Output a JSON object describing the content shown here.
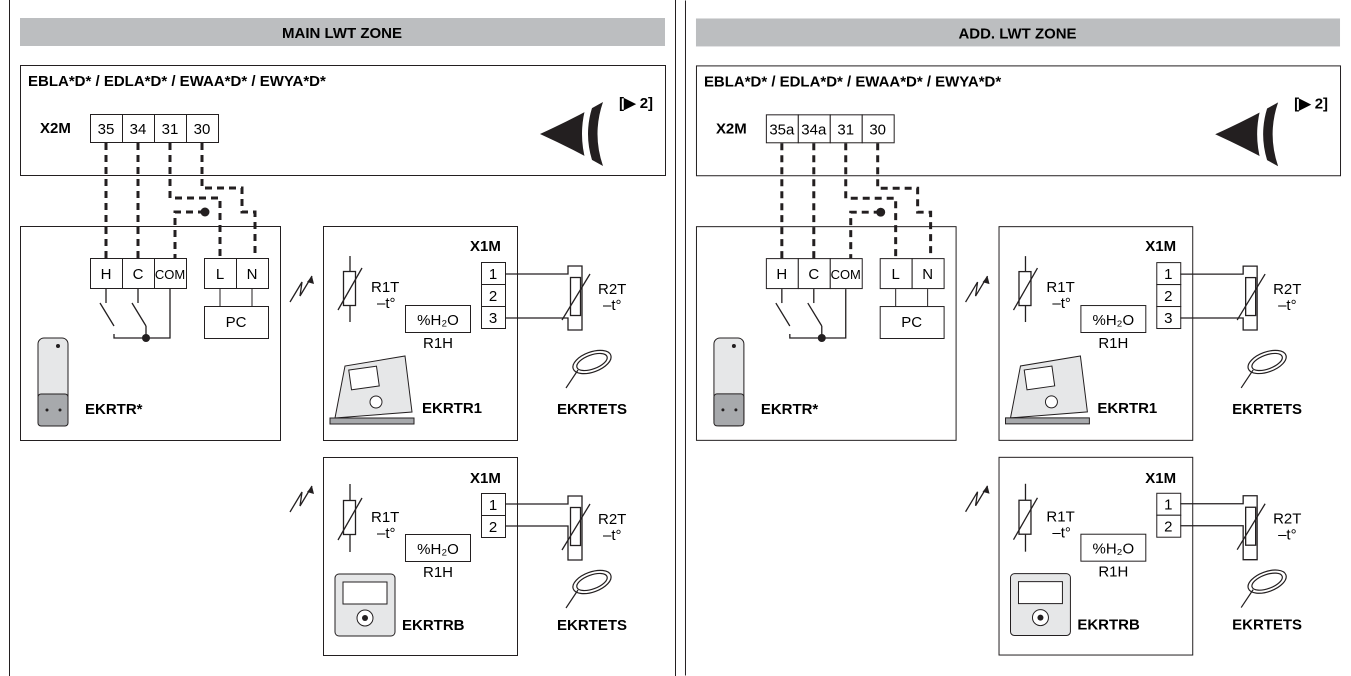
{
  "panels": [
    {
      "title": "MAIN LWT ZONE",
      "model_line": "EBLA*D* / EDLA*D* / EWAA*D* / EWYA*D*",
      "x2m_label": "X2M",
      "x2m_terminals": [
        "35",
        "34",
        "31",
        "30"
      ],
      "ref": "[▶ 2]",
      "receiver_terminals": [
        "H",
        "C",
        "COM",
        "L",
        "N"
      ],
      "pc_label": "PC",
      "ekrtr_label": "EKRTR*",
      "upper_device": {
        "x1m": "X1M",
        "terminals": [
          "1",
          "2",
          "3"
        ],
        "r1t": "R1T",
        "r1t_sub": "–t°",
        "h2o": "%H₂O",
        "r1h": "R1H",
        "r2t": "R2T",
        "r2t_sub": "–t°",
        "name": "EKRTR1",
        "sensor": "EKRTETS"
      },
      "lower_device": {
        "x1m": "X1M",
        "terminals": [
          "1",
          "2"
        ],
        "r1t": "R1T",
        "r1t_sub": "–t°",
        "h2o": "%H₂O",
        "r1h": "R1H",
        "r2t": "R2T",
        "r2t_sub": "–t°",
        "name": "EKRTRB",
        "sensor": "EKRTETS"
      }
    },
    {
      "title": "ADD. LWT ZONE",
      "model_line": "EBLA*D* / EDLA*D* / EWAA*D* / EWYA*D*",
      "x2m_label": "X2M",
      "x2m_terminals": [
        "35a",
        "34a",
        "31",
        "30"
      ],
      "ref": "[▶ 2]",
      "receiver_terminals": [
        "H",
        "C",
        "COM",
        "L",
        "N"
      ],
      "pc_label": "PC",
      "ekrtr_label": "EKRTR*",
      "upper_device": {
        "x1m": "X1M",
        "terminals": [
          "1",
          "2",
          "3"
        ],
        "r1t": "R1T",
        "r1t_sub": "–t°",
        "h2o": "%H₂O",
        "r1h": "R1H",
        "r2t": "R2T",
        "r2t_sub": "–t°",
        "name": "EKRTR1",
        "sensor": "EKRTETS"
      },
      "lower_device": {
        "x1m": "X1M",
        "terminals": [
          "1",
          "2"
        ],
        "r1t": "R1T",
        "r1t_sub": "–t°",
        "h2o": "%H₂O",
        "r1h": "R1H",
        "r2t": "R2T",
        "r2t_sub": "–t°",
        "name": "EKRTRB",
        "sensor": "EKRTETS"
      }
    }
  ]
}
